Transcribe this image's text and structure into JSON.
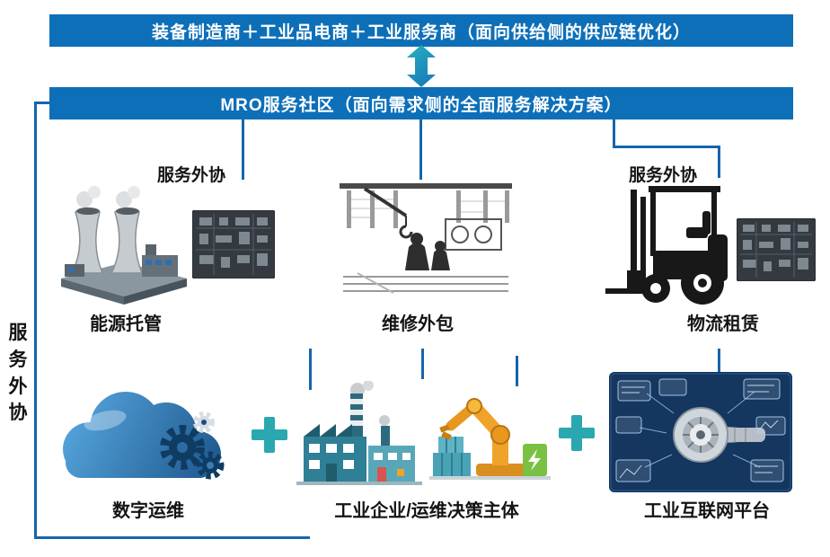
{
  "banners": {
    "supply": "装备制造商＋工业品电商＋工业服务商（面向供给侧的供应链优化）",
    "mro": "MRO服务社区（面向需求侧的全面服务解决方案）"
  },
  "side": {
    "vertical_label": "服务外协"
  },
  "middle_row": {
    "energy": {
      "tag": "服务外协",
      "label": "能源托管"
    },
    "repair": {
      "label": "维修外包"
    },
    "logistics": {
      "tag": "服务外协",
      "label": "物流租赁"
    }
  },
  "bottom_row": {
    "digital": {
      "label": "数字运维"
    },
    "enterprise": {
      "label": "工业企业/运维决策主体"
    },
    "platform": {
      "label": "工业互联网平台"
    }
  },
  "icons": {
    "double_arrow": "up-down-arrow",
    "plus": "plus"
  },
  "colors": {
    "banner_blue": "#0d6fb8",
    "connector_blue": "#1565ad",
    "teal_accent": "#2ba7b0"
  }
}
